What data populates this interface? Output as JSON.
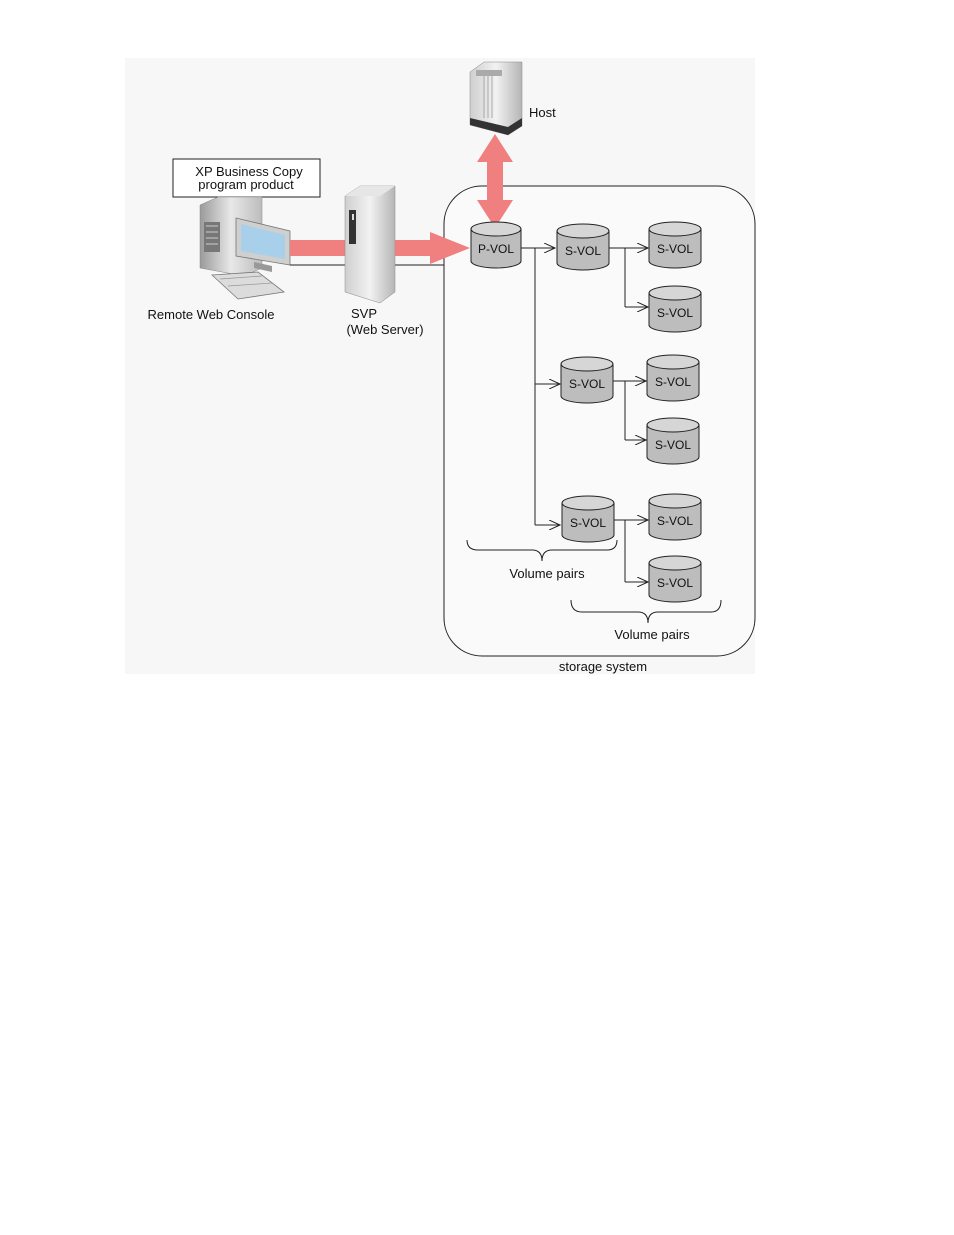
{
  "labels": {
    "host": "Host",
    "product_line1": "XP Business Copy",
    "product_line2": "program product",
    "console": "Remote Web Console",
    "svp_line1": "SVP",
    "svp_line2": "(Web Server)",
    "storage": "storage system",
    "volume_pairs_1": "Volume pairs",
    "volume_pairs_2": "Volume pairs"
  },
  "volumes": {
    "pvol": "P-VOL",
    "svol_a": "S-VOL",
    "svol_a1": "S-VOL",
    "svol_a2": "S-VOL",
    "svol_b": "S-VOL",
    "svol_b1": "S-VOL",
    "svol_b2": "S-VOL",
    "svol_c": "S-VOL",
    "svol_c1": "S-VOL",
    "svol_c2": "S-VOL"
  },
  "colors": {
    "link_arrow": "#f08080",
    "cylinder_fill": "#bdbdbd",
    "cylinder_top": "#d6d6d6",
    "panel_bg": "#f7f7f7"
  }
}
